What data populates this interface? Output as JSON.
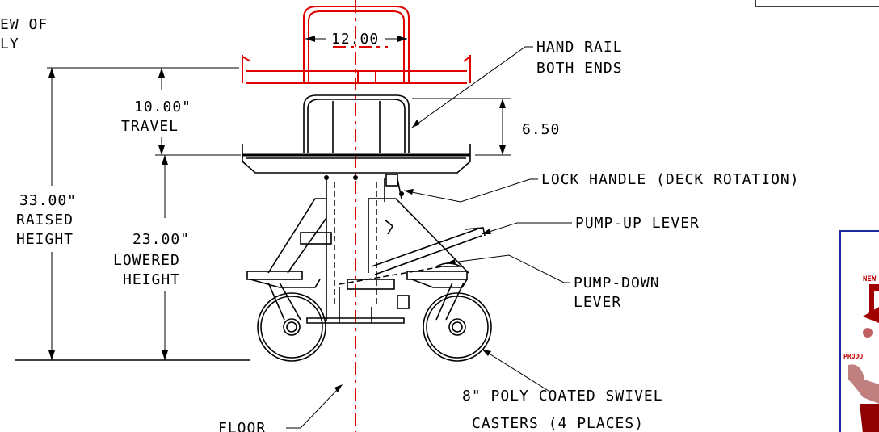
{
  "title_fragment": {
    "line1": "EW OF",
    "line2": "LY"
  },
  "dimensions": {
    "rail_width": "12.00",
    "travel": {
      "value": "10.00\"",
      "label": "TRAVEL"
    },
    "raised": {
      "value": "33.00\"",
      "line1": "RAISED",
      "line2": "HEIGHT"
    },
    "lowered": {
      "value": "23.00\"",
      "line1": "LOWERED",
      "line2": "HEIGHT"
    },
    "rail_height": "6.50"
  },
  "callouts": {
    "hand_rail": {
      "line1": "HAND RAIL",
      "line2": "BOTH ENDS"
    },
    "lock_handle": "LOCK HANDLE (DECK ROTATION)",
    "pump_up": "PUMP-UP LEVER",
    "pump_down": {
      "line1": "PUMP-DOWN",
      "line2": "LEVER"
    },
    "casters": {
      "line1": "8\" POLY COATED SWIVEL",
      "line2": "CASTERS (4 PLACES)"
    },
    "floor": "FLOOR"
  },
  "logo": {
    "top_text": "NEW",
    "side_text": "PRODU"
  },
  "colors": {
    "line": "#000000",
    "accent": "#e00000",
    "logo_border": "#1a2aa0"
  }
}
